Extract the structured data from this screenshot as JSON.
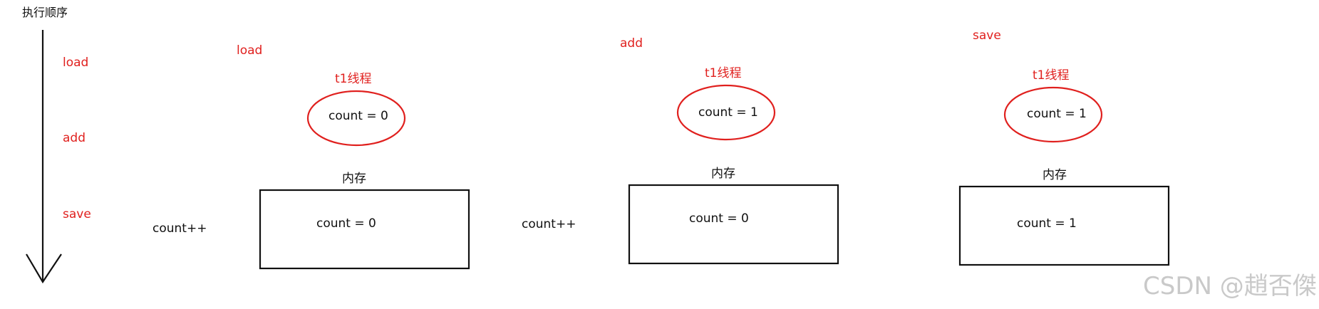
{
  "timeline": {
    "title": "执行顺序",
    "steps": [
      "load",
      "add",
      "save"
    ]
  },
  "operation_label": "count++",
  "stages": [
    {
      "step": "load",
      "thread_label": "t1线程",
      "thread_value": "count = 0",
      "memory_label": "内存",
      "memory_value": "count = 0"
    },
    {
      "step": "add",
      "thread_label": "t1线程",
      "thread_value": "count = 1",
      "memory_label": "内存",
      "memory_value": "count = 0"
    },
    {
      "step": "save",
      "thread_label": "t1线程",
      "thread_value": "count = 1",
      "memory_label": "内存",
      "memory_value": "count = 1"
    }
  ],
  "watermark": "CSDN @趙否傑",
  "colors": {
    "accent": "#e0201e",
    "stroke": "#111111",
    "watermark": "#c9c9c9"
  }
}
